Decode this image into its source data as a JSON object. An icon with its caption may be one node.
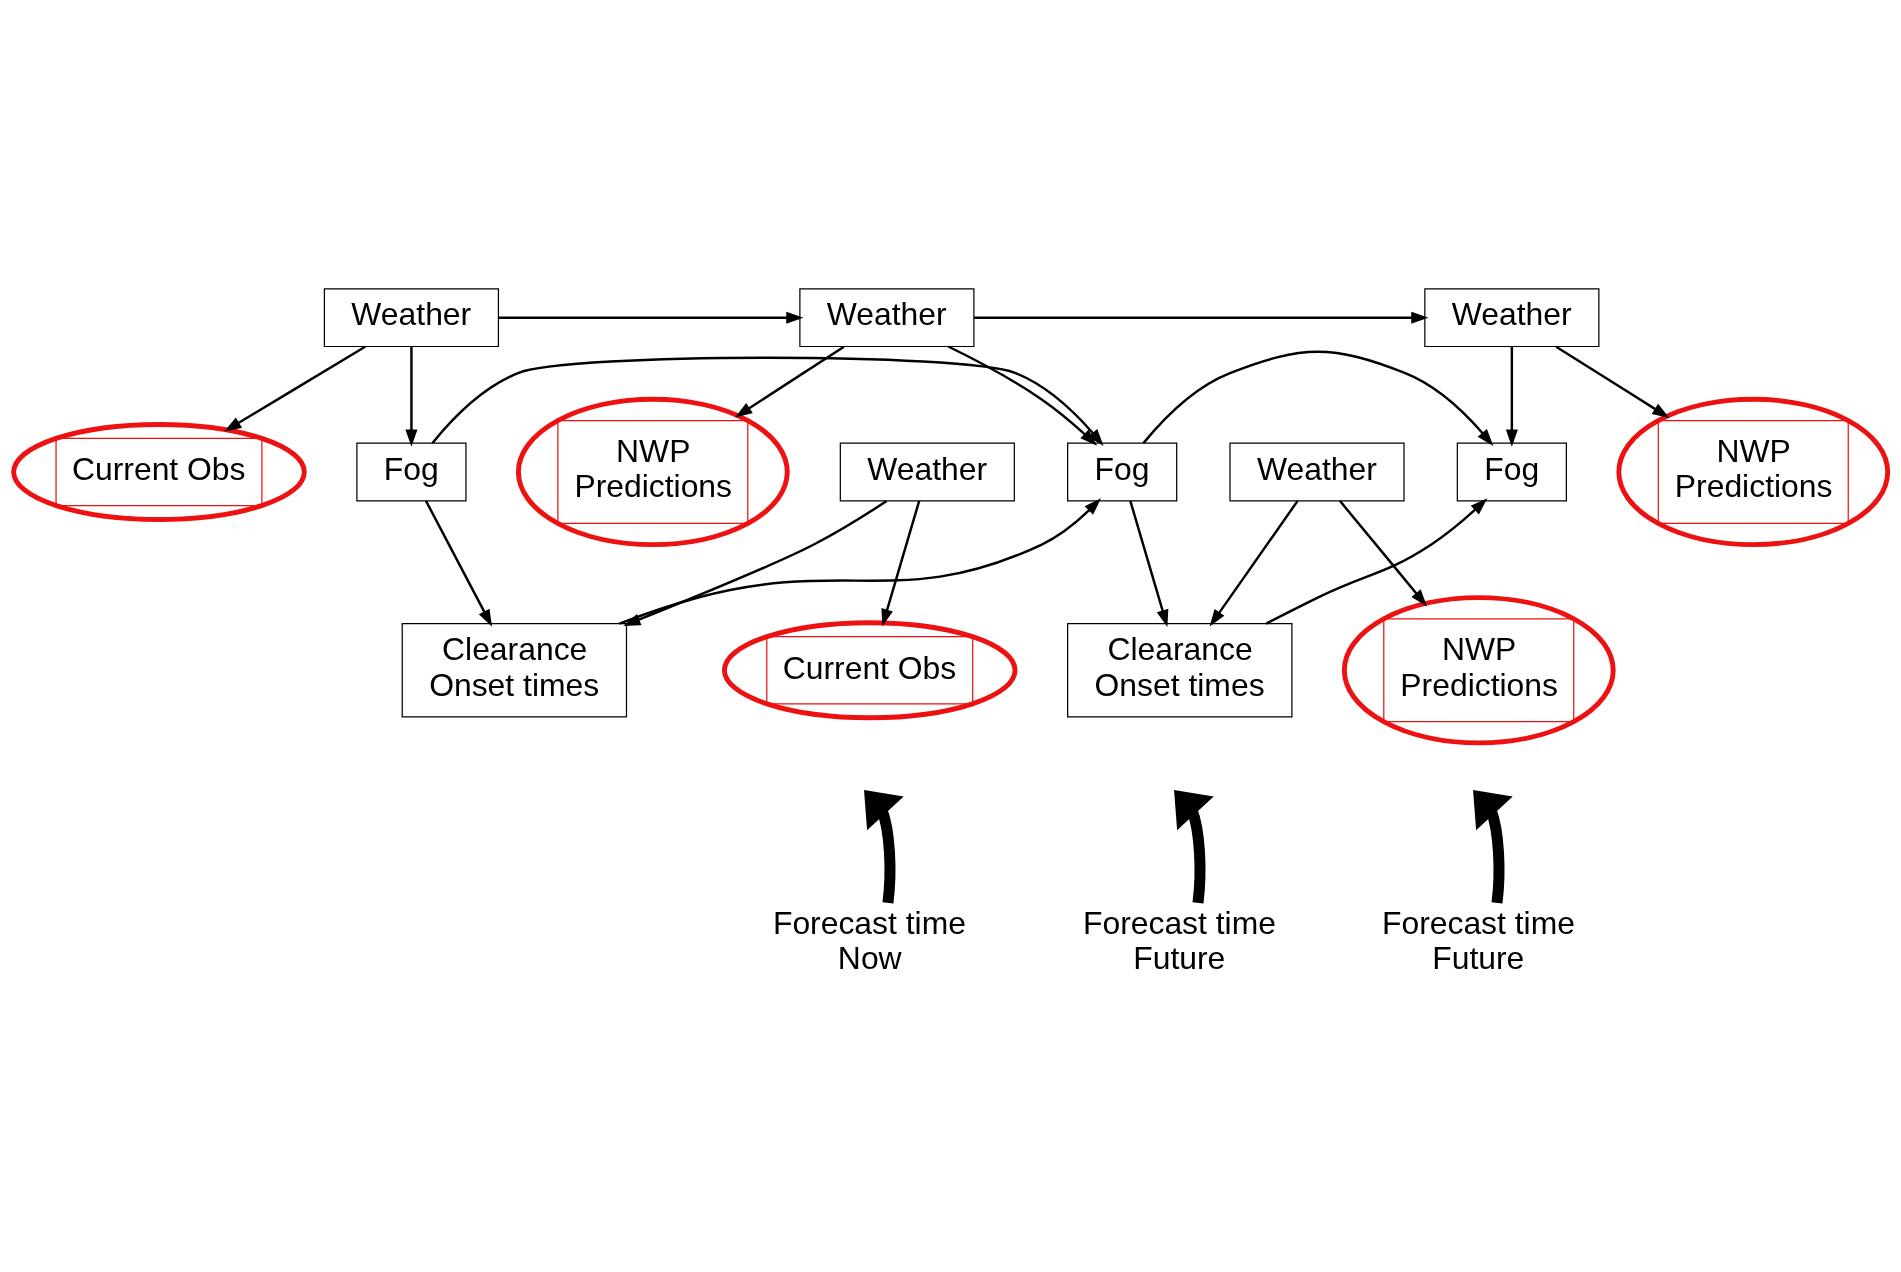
{
  "diagram": {
    "nodes": [
      {
        "text": [
          "Weather"
        ]
      },
      {
        "text": [
          "Weather"
        ]
      },
      {
        "text": [
          "Weather"
        ]
      },
      {
        "text": [
          "Current Obs"
        ]
      },
      {
        "text": [
          "NWP Predictions"
        ]
      },
      {
        "text": [
          "NWP Predictions"
        ]
      },
      {
        "text": [
          "Fog"
        ]
      },
      {
        "text": [
          "Fog"
        ]
      },
      {
        "text": [
          "Fog"
        ]
      },
      {
        "text": [
          "Weather"
        ]
      },
      {
        "text": [
          "Weather"
        ]
      },
      {
        "text": [
          "Current Obs"
        ]
      },
      {
        "text": [
          "Clearance Onset times"
        ]
      },
      {
        "text": [
          "NWP Predictions"
        ]
      },
      {
        "text": [
          "Clearance Onset times"
        ]
      },
      {
        "text": [
          "Forecast time Now"
        ]
      },
      {
        "text": [
          "Forecast time Future"
        ]
      },
      {
        "text": [
          "Forecast time Future"
        ]
      }
    ],
    "edges": [
      {
        "from": 0,
        "to": 1,
        "arrow": "to"
      },
      {
        "from": 1,
        "to": 2,
        "arrow": "to"
      },
      {
        "from": 0,
        "to": 3,
        "arrow": "to"
      },
      {
        "from": 0,
        "to": 6,
        "arrow": "to"
      },
      {
        "from": 1,
        "to": 4,
        "arrow": "to"
      },
      {
        "from": 1,
        "to": 7,
        "arrow": "to"
      },
      {
        "from": 2,
        "to": 5,
        "arrow": "to"
      },
      {
        "from": 2,
        "to": 8,
        "arrow": "to"
      },
      {
        "from": 6,
        "to": 7,
        "arrow": "to"
      },
      {
        "from": 7,
        "to": 8,
        "arrow": "to"
      },
      {
        "from": 6,
        "to": 12,
        "arrow": "to"
      },
      {
        "from": 9,
        "to": 11,
        "arrow": "to"
      },
      {
        "from": 9,
        "to": 12,
        "arrow": "to"
      },
      {
        "from": 12,
        "to": 7,
        "arrow": "to"
      },
      {
        "from": 7,
        "to": 14,
        "arrow": "to"
      },
      {
        "from": 10,
        "to": 13,
        "arrow": "to"
      },
      {
        "from": 10,
        "to": 14,
        "arrow": "to"
      },
      {
        "from": 14,
        "to": 8,
        "arrow": "to"
      },
      {
        "from": 15,
        "to": null,
        "arrow": "to",
        "style": "thick"
      },
      {
        "from": 16,
        "to": null,
        "arrow": "to",
        "style": "thick"
      },
      {
        "from": 17,
        "to": null,
        "arrow": "to",
        "style": "thick"
      }
    ]
  }
}
